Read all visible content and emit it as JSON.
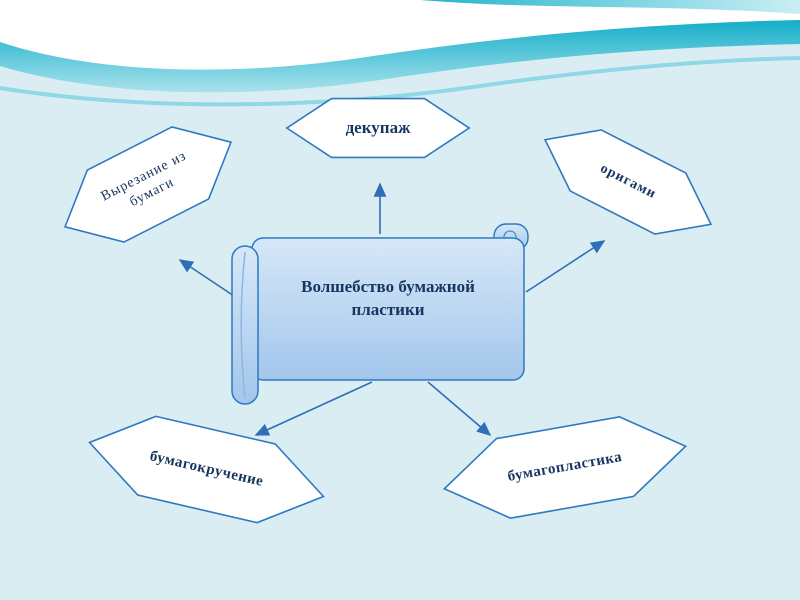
{
  "slide": {
    "kind": "presentation-slide"
  },
  "colors": {
    "background": "#d9edf3",
    "wave_teal_dark": "#14aec9",
    "wave_teal_light": "#9fdde9",
    "node_border": "#2e79c0",
    "node_fill": "#ffffff",
    "arrow": "#2e6fb8",
    "text": "#17355f",
    "scroll_fill_top": "#d6e8f8",
    "scroll_fill_bottom": "#a3c6ec"
  },
  "diagram": {
    "center_label": "Волшебство бумажной пластики",
    "nodes": [
      {
        "id": "cutting",
        "label": "Вырезание из бумаги"
      },
      {
        "id": "decoupage",
        "label": "декупаж"
      },
      {
        "id": "origami",
        "label": "оригами"
      },
      {
        "id": "quilling",
        "label": "бумагокручение"
      },
      {
        "id": "paper-plastic",
        "label": "бумагопластика"
      }
    ]
  }
}
